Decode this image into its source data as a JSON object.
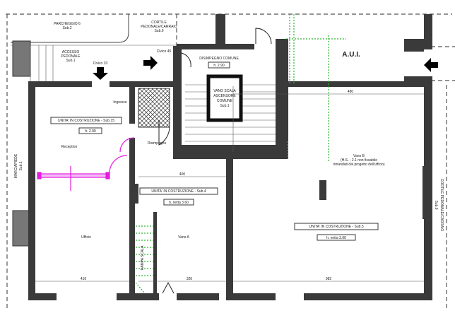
{
  "title": "Floor plan - ground floor",
  "areas": {
    "parking": [
      "PARCHEGGIO 6",
      "Sub.2"
    ],
    "courtyard_top": [
      "CORTILE",
      "PEDONALE/CARRAIO",
      "Sub.9"
    ],
    "pedestrian_access": [
      "ACCESSO",
      "PEDONALE",
      "Sub.1"
    ],
    "civic_33": "Civico 33",
    "civic_45": "Civico 45",
    "common_hall": "DISIMPEGNO COMUNE",
    "common_hall_height": "h. 2.90",
    "stair_core": [
      "VANO SCALA",
      "ASCENSORE",
      "COMUNE",
      "Sub.1"
    ],
    "aui": "A.U.I.",
    "unit15": "UNITA' IN COSTRUZIONE - Sub.15",
    "unit15_height": "h. 2.90",
    "reception": "Reception",
    "ingresso": "Ingresso",
    "disimpegno": "Disimpegno",
    "ufficio": "Ufficio",
    "vano_a": "Vano A",
    "unit4": "UNITA' IN COSTRUZIONE - Sub.4",
    "unit4_height": "h. netta 3.60",
    "vano_b": [
      "Vano B",
      "(H.S. - 2.1 non fissabile",
      "rimandati dal progetto dell'ufficio)"
    ],
    "unit5": "UNITA' IN COSTRUZIONE - Sub.5",
    "unit5_height": "h. netta 3.60",
    "courtyard_right": [
      "CORTILE PEDONALE/CARRAIO",
      "Sub.9"
    ],
    "sidewalk_left": [
      "MARCIAPIEDE",
      "Sub.1"
    ],
    "ramp": "RAMPA SCALA"
  },
  "dimensions": {
    "vano_b_top": "480",
    "ufficio_bottom": "416",
    "vano_a_bottom": "320",
    "vano_b_bottom": "982",
    "corridor": "400"
  },
  "colors": {
    "wall": "#3a3a3a",
    "window_highlight": "#e21de0",
    "aui_lines": "#2fb52f"
  }
}
